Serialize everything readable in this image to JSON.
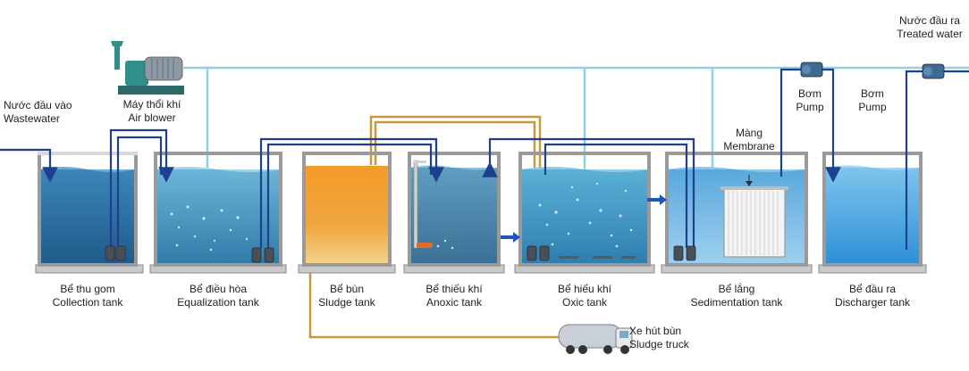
{
  "labels": {
    "inlet": {
      "vi": "Nước đầu vào",
      "en": "Wastewater"
    },
    "outlet": {
      "vi": "Nước đầu ra",
      "en": "Treated water"
    },
    "blower": {
      "vi": "Máy thổi khí",
      "en": "Air blower"
    },
    "pump1": {
      "vi": "Bơm",
      "en": "Pump"
    },
    "pump2": {
      "vi": "Bơm",
      "en": "Pump"
    },
    "membrane": {
      "vi": "Màng",
      "en": "Membrane"
    },
    "truck": {
      "vi": "Xe hút bùn",
      "en": "Sludge truck"
    }
  },
  "tanks": [
    {
      "vi": "Bể thu gom",
      "en": "Collection tank"
    },
    {
      "vi": "Bể điều hòa",
      "en": "Equalization tank"
    },
    {
      "vi": "Bể bùn",
      "en": "Sludge tank"
    },
    {
      "vi": "Bể thiếu khí",
      "en": "Anoxic tank"
    },
    {
      "vi": "Bể hiếu khí",
      "en": "Oxic tank"
    },
    {
      "vi": "Bể lắng",
      "en": "Sedimentation tank"
    },
    {
      "vi": "Bể đầu ra",
      "en": "Discharger tank"
    }
  ],
  "colors": {
    "water_pipe": "#1f3f8f",
    "air_pipe": "#8fd0e4",
    "sludge_pipe": "#c39a3c",
    "tank_wall": "#9a9a9a",
    "flow_arrow": "#1f55b8"
  }
}
